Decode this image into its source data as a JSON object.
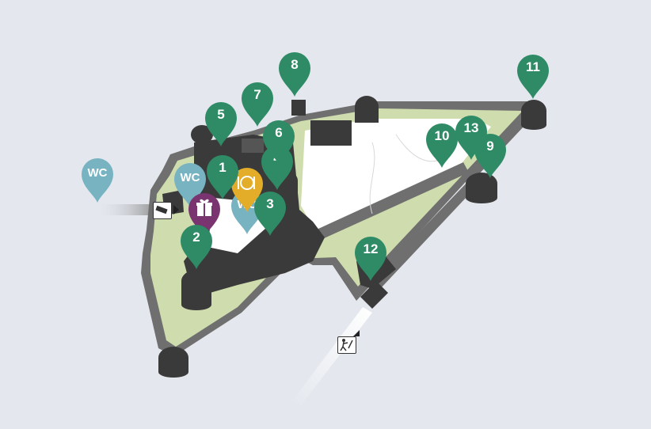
{
  "map": {
    "colors": {
      "background": "#e4e8ee",
      "wall": "#6f6f6f",
      "tower": "#3a3a3a",
      "grass": "#cfdcad",
      "courtyard": "#ffffff",
      "pin_green": "#2e8b66",
      "pin_wc": "#78b3c2",
      "pin_restaurant": "#e3ad2a",
      "pin_shop": "#7a3570"
    },
    "pins": [
      {
        "label": "1",
        "kind": "poi"
      },
      {
        "label": "2",
        "kind": "poi"
      },
      {
        "label": "3",
        "kind": "poi"
      },
      {
        "label": "4",
        "kind": "poi"
      },
      {
        "label": "5",
        "kind": "poi"
      },
      {
        "label": "6",
        "kind": "poi"
      },
      {
        "label": "7",
        "kind": "poi"
      },
      {
        "label": "8",
        "kind": "poi"
      },
      {
        "label": "9",
        "kind": "poi"
      },
      {
        "label": "10",
        "kind": "poi"
      },
      {
        "label": "11",
        "kind": "poi"
      },
      {
        "label": "12",
        "kind": "poi"
      },
      {
        "label": "13",
        "kind": "poi"
      }
    ],
    "wc_pins": [
      {
        "label": "WC"
      },
      {
        "label": "WC"
      },
      {
        "label": "WC"
      }
    ],
    "service_pins": [
      {
        "icon": "restaurant-icon"
      },
      {
        "icon": "gift-shop-icon"
      }
    ],
    "signs": [
      {
        "icon": "cable-car-icon"
      },
      {
        "icon": "hiking-path-icon"
      }
    ]
  }
}
